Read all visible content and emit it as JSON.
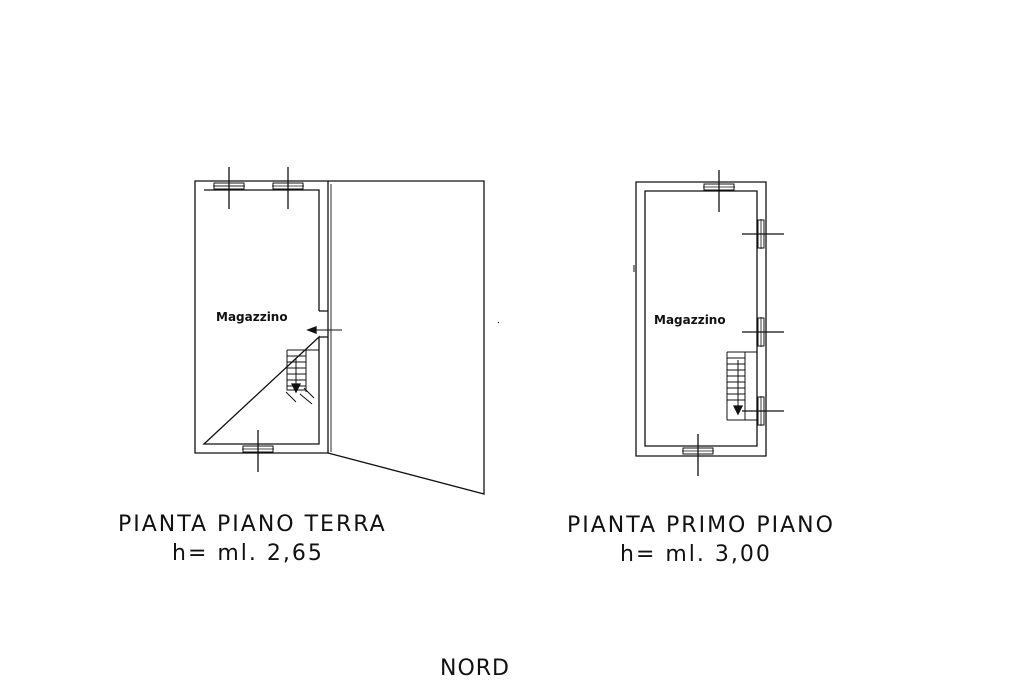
{
  "plans": [
    {
      "title": "PIANTA PIANO TERRA",
      "height_label": "h= ml. 2,65",
      "rooms": [
        {
          "label": "Magazzino"
        }
      ]
    },
    {
      "title": "PIANTA PRIMO PIANO",
      "height_label": "h= ml. 3,00",
      "rooms": [
        {
          "label": "Magazzino"
        }
      ]
    }
  ],
  "orientation": {
    "label": "NORD"
  },
  "colors": {
    "line": "#111111",
    "background": "#ffffff"
  }
}
